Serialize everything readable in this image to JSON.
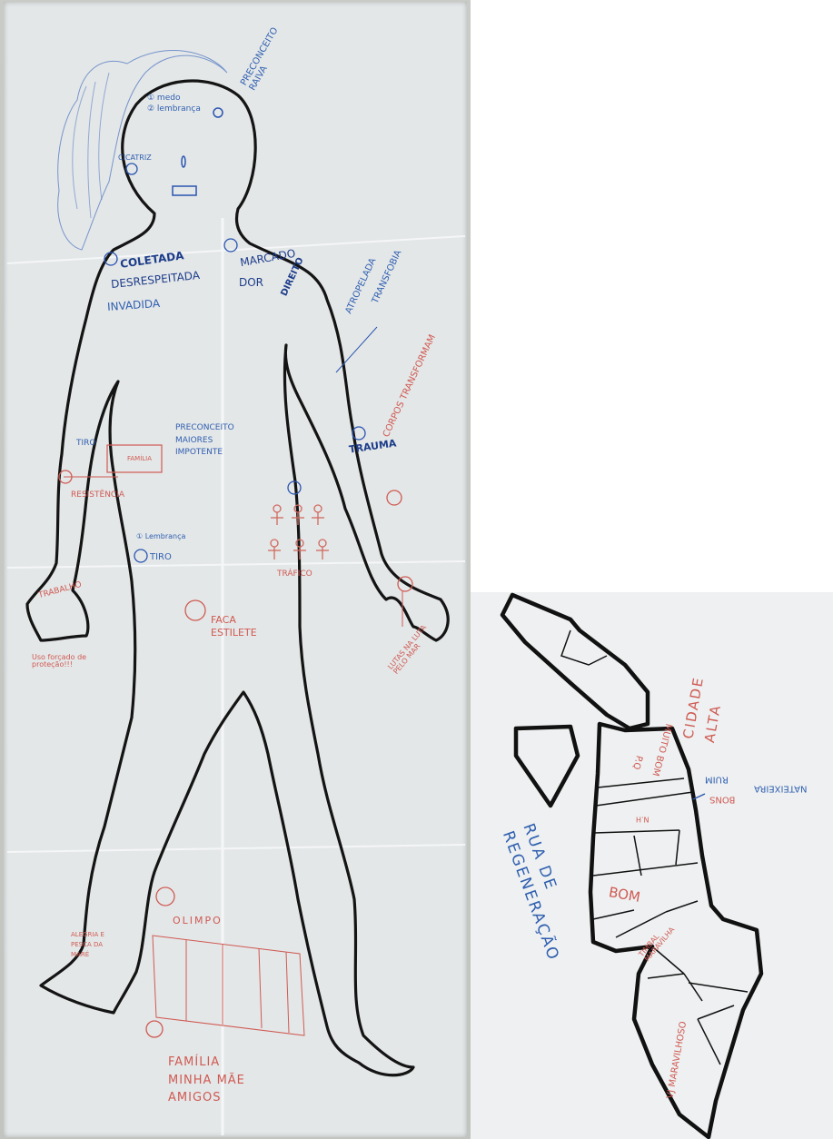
{
  "body_map": {
    "labels": {
      "preconceito_raiva": "PRECONCEITO RAIVA",
      "medo": "① medo",
      "lembranca": "② lembrança",
      "cicatriz": "CICATRIZ",
      "coletada": "COLETADA",
      "desrespeitada": "DESRESPEITADA",
      "invadida": "INVADIDA",
      "marcado": "MARCADO",
      "dor": "DOR",
      "direito": "DIREITO",
      "atropelada": "ATROPELADA",
      "transfobia": "TRANSFOBIA",
      "corpos_transformam": "CORPOS TRANSFORMAM",
      "preconceito_maiores_impotente": "PRECONCEITO MAIORES IMPOTENTE",
      "tiro_arm": "TIRO",
      "familia": "FAMÍLIA",
      "resistencia": "RESISTÊNCIA",
      "trauma": "TRAUMA",
      "trafico": "TRÁFICO",
      "lembranca_tiro": "① Lembrança",
      "tiro_body": "TIRO",
      "trabalho": "TRABALHO",
      "uso_forcado": "Uso forçado de proteção!!!",
      "faca_estilete": "FACA ESTILETE",
      "lutas": "LUTAS NA LUTA PELO MAR",
      "olimpo": "OLIMPO",
      "alegria_maré": "ALEGRIA E PESCA DA MARÉ",
      "familia_amigos": "FAMÍLIA MINHA MÃE AMIGOS"
    }
  },
  "map": {
    "labels": {
      "cidade_alta": "CIDADE ALTA",
      "muito_bom": "MUITO BOM",
      "pq": "P.Q",
      "nateixeira": "NATEIXEIRA",
      "ruim": "RUIM",
      "bons": "BONS",
      "nh": "N.H",
      "rua_de_regeneracao": "RUA DE REGENERAÇÃO",
      "bom": "BOM",
      "timbal_maravilha": "TIMBAL MARAVILHA",
      "vj_maravilhoso": "VJ MARAVILHOSO"
    }
  }
}
